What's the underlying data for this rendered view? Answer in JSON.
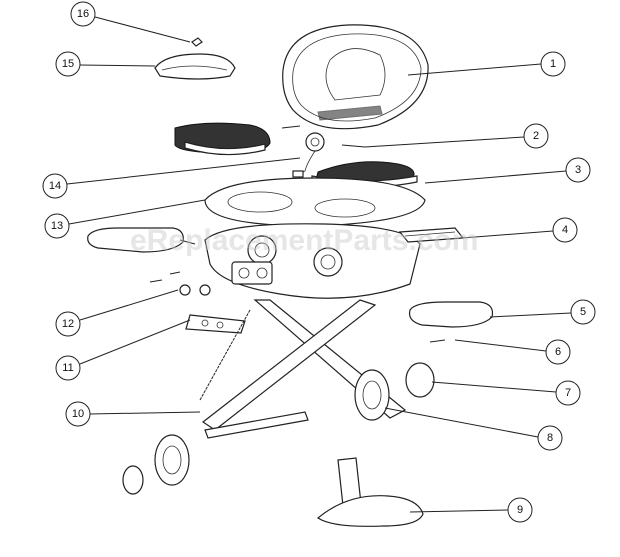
{
  "diagram": {
    "title_hidden": null,
    "watermark": "eReplacementParts.com",
    "callouts": [
      {
        "id": "16",
        "label": "16"
      },
      {
        "id": "15",
        "label": "15"
      },
      {
        "id": "1",
        "label": "1"
      },
      {
        "id": "2",
        "label": "2"
      },
      {
        "id": "3",
        "label": "3"
      },
      {
        "id": "14",
        "label": "14"
      },
      {
        "id": "13",
        "label": "13"
      },
      {
        "id": "4",
        "label": "4"
      },
      {
        "id": "5",
        "label": "5"
      },
      {
        "id": "12",
        "label": "12"
      },
      {
        "id": "6",
        "label": "6"
      },
      {
        "id": "11",
        "label": "11"
      },
      {
        "id": "7",
        "label": "7"
      },
      {
        "id": "10",
        "label": "10"
      },
      {
        "id": "8",
        "label": "8"
      },
      {
        "id": "9",
        "label": "9"
      }
    ]
  }
}
